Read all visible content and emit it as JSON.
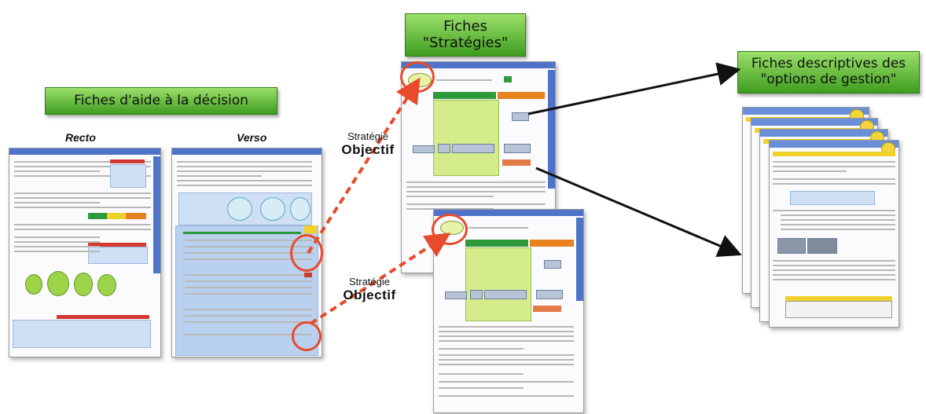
{
  "banners": {
    "aide": "Fiches d'aide à la décision",
    "strategies_line1": "Fiches",
    "strategies_line2": "\"Stratégies\"",
    "options_line1": "Fiches descriptives des",
    "options_line2": "\"options de gestion\""
  },
  "labels": {
    "recto": "Recto",
    "verso": "Verso",
    "strategie_1": "Stratégie",
    "objectif_1": "Objectif",
    "strategie_2": "Stratégie",
    "objectif_2": "Objectif"
  },
  "colors": {
    "banner_green": "#4caf2a",
    "arrow_red": "#e84a2c",
    "doc_blue": "#4f73c9",
    "arrow_black": "#111111"
  }
}
